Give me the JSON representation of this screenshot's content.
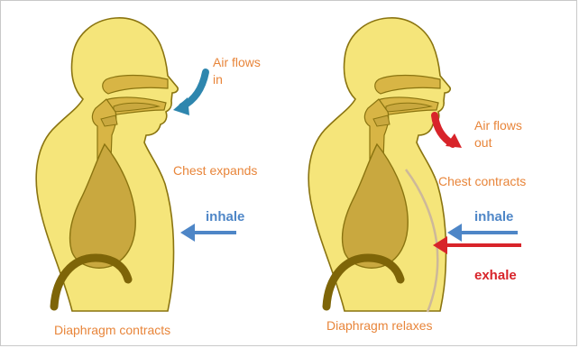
{
  "colors": {
    "body_fill": "#F5E57A",
    "body_outline": "#8A7410",
    "airway_fill": "#D8B545",
    "organ_fill": "#C9A83F",
    "diaphragm": "#7E6508",
    "label_orange": "#E8853A",
    "inhale_blue": "#4E86C7",
    "exhale_red": "#D8242A",
    "flow_in_teal": "#2E86AE",
    "chest_outline_tan": "#CDB89A"
  },
  "left_panel": {
    "air_label": "Air flows\nin",
    "chest_label": "Chest expands",
    "inhale_label": "inhale",
    "diaphragm_label": "Diaphragm contracts"
  },
  "right_panel": {
    "air_label": "Air flows\nout",
    "chest_label": "Chest contracts",
    "inhale_label": "inhale",
    "exhale_label": "exhale",
    "diaphragm_label": "Diaphragm relaxes"
  }
}
